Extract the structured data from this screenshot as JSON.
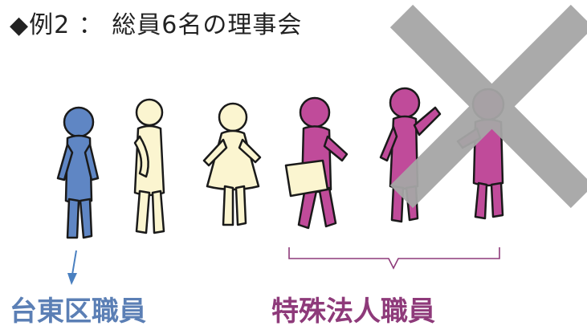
{
  "title": "◆例2 ： 総員6名の理事会",
  "labels": {
    "taito_staff": "台東区職員",
    "special_corp_staff": "特殊法人職員"
  },
  "colors": {
    "taito_staff": "#5b7fb5",
    "special_corp_staff": "#8e3a7a",
    "figure_blue": "#5f86c4",
    "figure_cream": "#fbf5d0",
    "figure_magenta": "#c04b9a",
    "cross": "#a6a6a6",
    "arrow": "#4a80c0",
    "brace": "#8e3a7a"
  },
  "figures": [
    {
      "role": "taito-staff",
      "color": "blue"
    },
    {
      "role": "member",
      "color": "cream"
    },
    {
      "role": "member",
      "color": "cream"
    },
    {
      "role": "special-corp-staff",
      "color": "magenta"
    },
    {
      "role": "special-corp-staff",
      "color": "magenta"
    },
    {
      "role": "special-corp-staff",
      "color": "magenta"
    }
  ]
}
